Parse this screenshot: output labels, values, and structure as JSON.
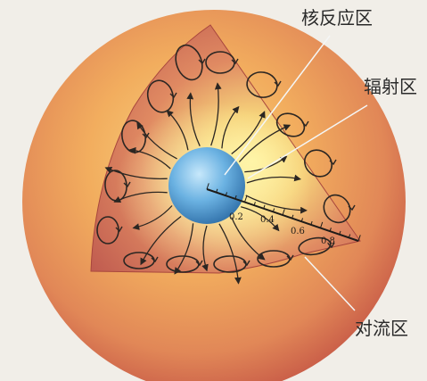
{
  "labels": {
    "core": "核反应区",
    "radiative": "辐射区",
    "convective": "对流区"
  },
  "scale": {
    "ticks": [
      "0.2",
      "0.4",
      "0.6",
      "0.8"
    ]
  },
  "colors": {
    "background": "#f1eee8",
    "outer_light": "#f6c25f",
    "outer_mid": "#e8915a",
    "outer_dark": "#c25a45",
    "wedge": "#c65b4d",
    "core": "#5aa6d8",
    "arrow": "#2b2622",
    "leader": "#eef2f4"
  }
}
